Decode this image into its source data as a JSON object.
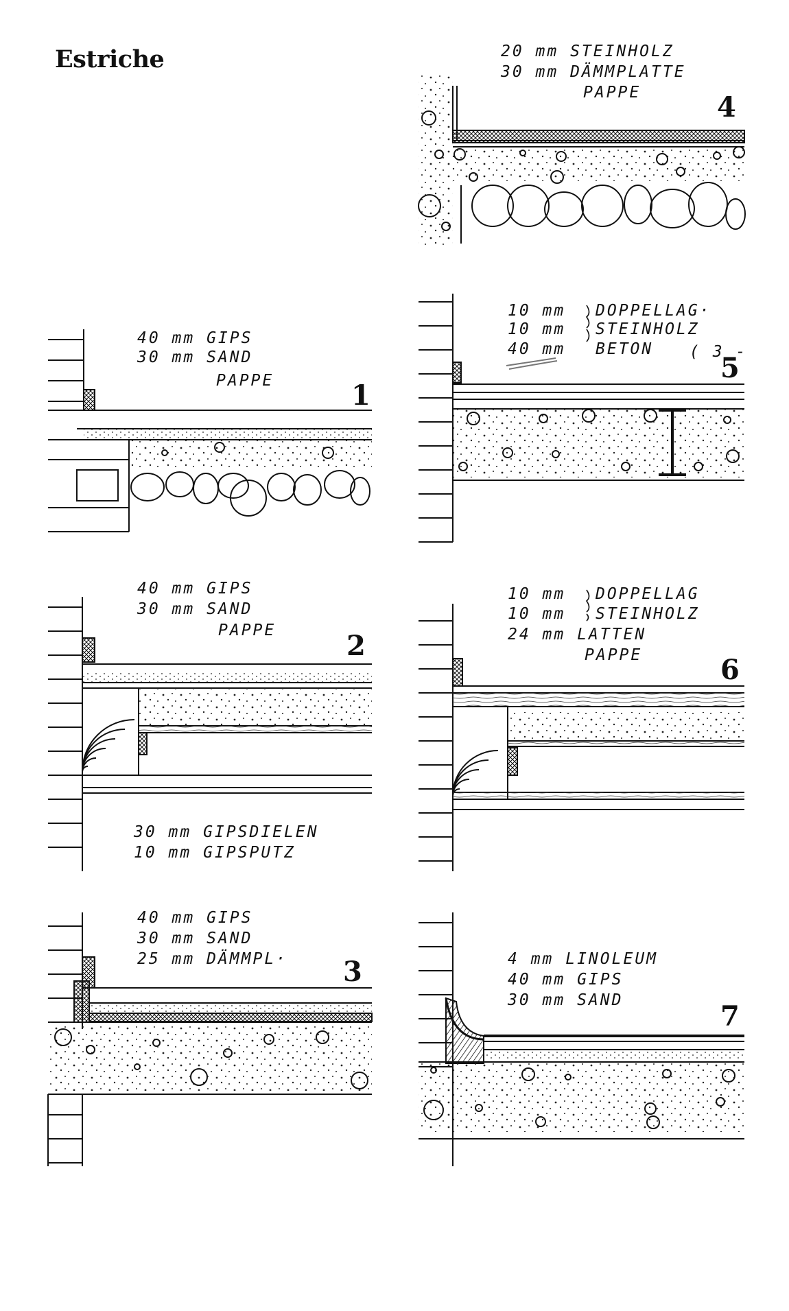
{
  "title": "Estriche",
  "sections": [
    {
      "number": "1",
      "lines": [
        "40 mm GIPS",
        "30 mm SAND",
        "PAPPE"
      ]
    },
    {
      "number": "2",
      "lines": [
        "40 mm GIPS",
        "30 mm SAND",
        "PAPPE"
      ],
      "lines_below": [
        "30 mm GIPSDIELEN",
        "10 mm GIPSPUTZ"
      ]
    },
    {
      "number": "3",
      "lines": [
        "40 mm GIPS",
        "30 mm SAND",
        "25 mm DÄMMPL·"
      ]
    },
    {
      "number": "4",
      "lines": [
        "20 mm STEINHOLZ",
        "30 mm DÄMMPLATTE",
        "PAPPE"
      ]
    },
    {
      "number": "5",
      "lines": [
        "10 mm",
        "10 mm",
        "40 mm"
      ],
      "lines_right": [
        "DOPPELLAG·",
        "STEINHOLZ",
        "BETON"
      ],
      "margin_note": "( 3 -"
    },
    {
      "number": "6",
      "lines": [
        "10 mm",
        "10 mm",
        "24 mm LATTEN",
        "PAPPE"
      ],
      "lines_right": [
        "DOPPELLAG",
        "STEINHOLZ"
      ]
    },
    {
      "number": "7",
      "lines": [
        "4 mm LINOLEUM",
        "40 mm GIPS",
        "30 mm SAND"
      ]
    }
  ]
}
